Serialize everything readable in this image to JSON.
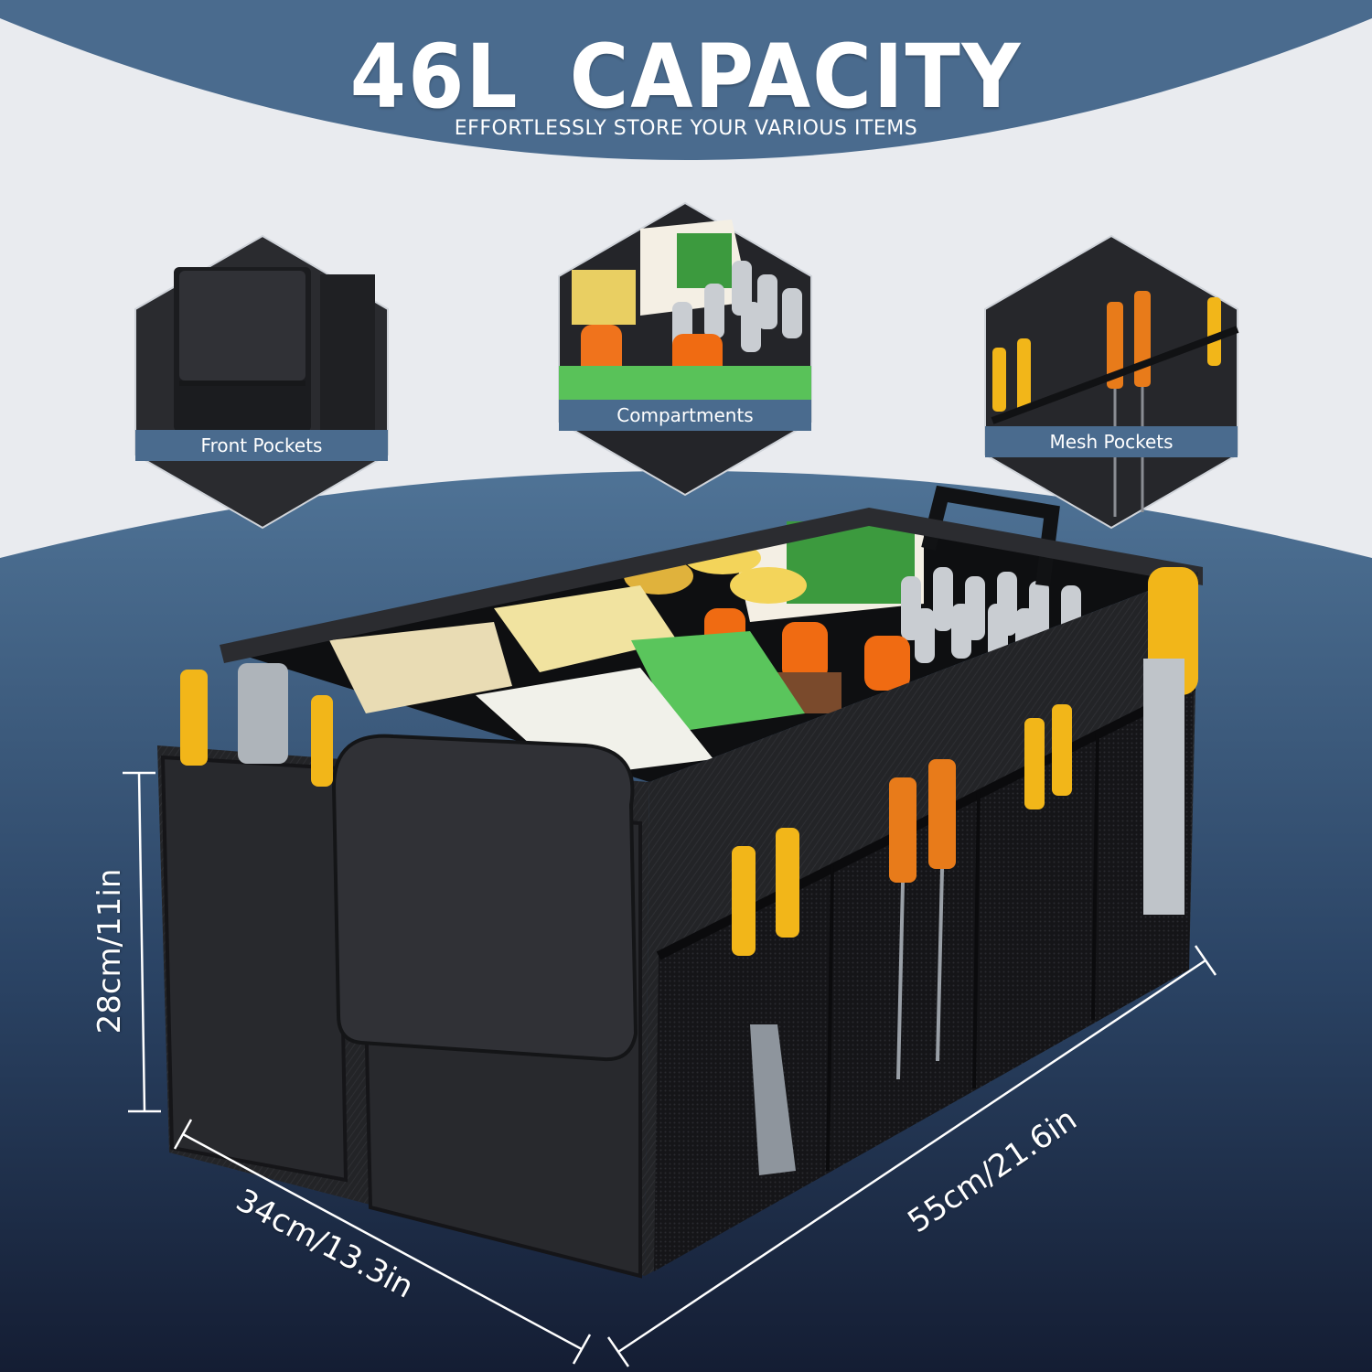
{
  "headline": {
    "capacity": "46L",
    "word": "CAPACITY"
  },
  "subheadline": "EFFORTLESSLY STORE YOUR VARIOUS ITEMS",
  "features": [
    {
      "label": "Front Pockets"
    },
    {
      "label": "Compartments"
    },
    {
      "label": "Mesh Pockets"
    }
  ],
  "dimensions": {
    "height": "28cm/11in",
    "width": "34cm/13.3in",
    "length": "55cm/21.6in"
  },
  "colors": {
    "brand_blue": "#4a6b8e",
    "dark_navy": "#16203a",
    "organizer_black": "#222326",
    "accent_yellow": "#f2b619",
    "accent_orange": "#f06b12"
  }
}
